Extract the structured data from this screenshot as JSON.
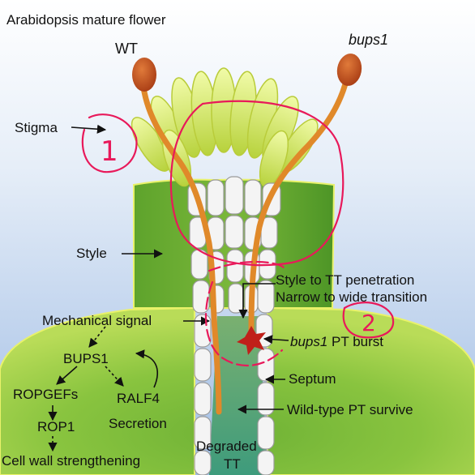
{
  "title": "Arabidopsis mature flower",
  "pollen": {
    "wt": "WT",
    "mutant": "bups1"
  },
  "labels": {
    "stigma": "Stigma",
    "style": "Style",
    "penetration": "Style to TT penetration",
    "transition": "Narrow to wide transition",
    "burst_gene": "bups1",
    "burst_text": " PT burst",
    "septum": "Septum",
    "survive": "Wild-type PT survive",
    "degraded_line1": "Degraded",
    "degraded_line2": "TT"
  },
  "pathway": {
    "mechanical": "Mechanical signal",
    "bups1": "BUPS1",
    "ropgefs": "ROPGEFs",
    "ralf4_line1": "RALF4",
    "ralf4_line2": "Secretion",
    "rop1": "ROP1",
    "cell_wall": "Cell wall strengthening"
  },
  "annotations": {
    "one": "1",
    "two": "2"
  },
  "colors": {
    "sky_top": "#ffffff",
    "sky_bottom": "#a9c4e8",
    "tissue_light": "#9fcf4a",
    "tissue_dark": "#3f8f25",
    "pollen_tube": "#e0892a",
    "anther": "#c2531f",
    "petal": "#d8ef6a",
    "tt_teal": "#4f9f80",
    "annotation": "#e8195a",
    "burst": "#c0201a"
  }
}
